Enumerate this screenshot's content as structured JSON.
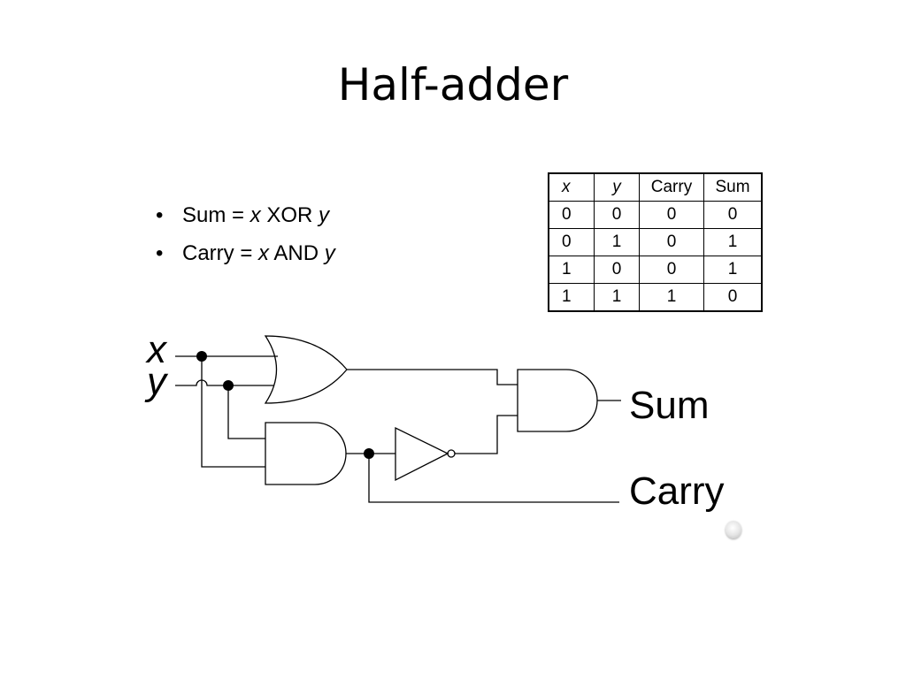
{
  "slide": {
    "title": "Half-adder"
  },
  "bullets": [
    {
      "bullet": "•",
      "lead": "Sum = ",
      "var1": "x",
      "op": " XOR ",
      "var2": "y"
    },
    {
      "bullet": "•",
      "lead": "Carry = ",
      "var1": "x",
      "op": " AND ",
      "var2": "y"
    }
  ],
  "truth_table": {
    "headers": [
      "x",
      "y",
      "Carry",
      "Sum"
    ],
    "rows": [
      [
        "0",
        "0",
        "0",
        "0"
      ],
      [
        "0",
        "1",
        "0",
        "1"
      ],
      [
        "1",
        "0",
        "0",
        "1"
      ],
      [
        "1",
        "1",
        "1",
        "0"
      ]
    ]
  },
  "circuit": {
    "inputs": {
      "x": "x",
      "y": "y"
    },
    "outputs": {
      "sum": "Sum",
      "carry": "Carry"
    }
  }
}
